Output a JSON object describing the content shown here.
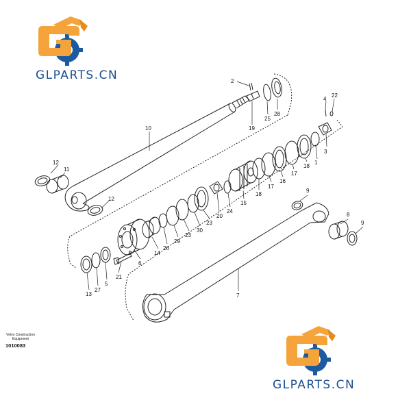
{
  "watermark": {
    "text_main": "GLPARTS",
    "text_sep": ".",
    "text_tld": "CN",
    "colors": {
      "orange": "#f4a43a",
      "orange_dark": "#e88a1a",
      "blue": "#1a4f8f",
      "gear": "#1e5aa0"
    }
  },
  "corner": {
    "brand_line1": "Volvo Construction",
    "brand_line2": "Equipment",
    "drawing_code": "1010083"
  },
  "callouts": [
    "1",
    "2",
    "3",
    "4",
    "5",
    "6",
    "7",
    "8",
    "9",
    "10",
    "11",
    "12",
    "13",
    "14",
    "15",
    "16",
    "17",
    "18",
    "19",
    "20",
    "21",
    "22",
    "23",
    "24",
    "25",
    "26",
    "27",
    "28",
    "29",
    "30"
  ]
}
